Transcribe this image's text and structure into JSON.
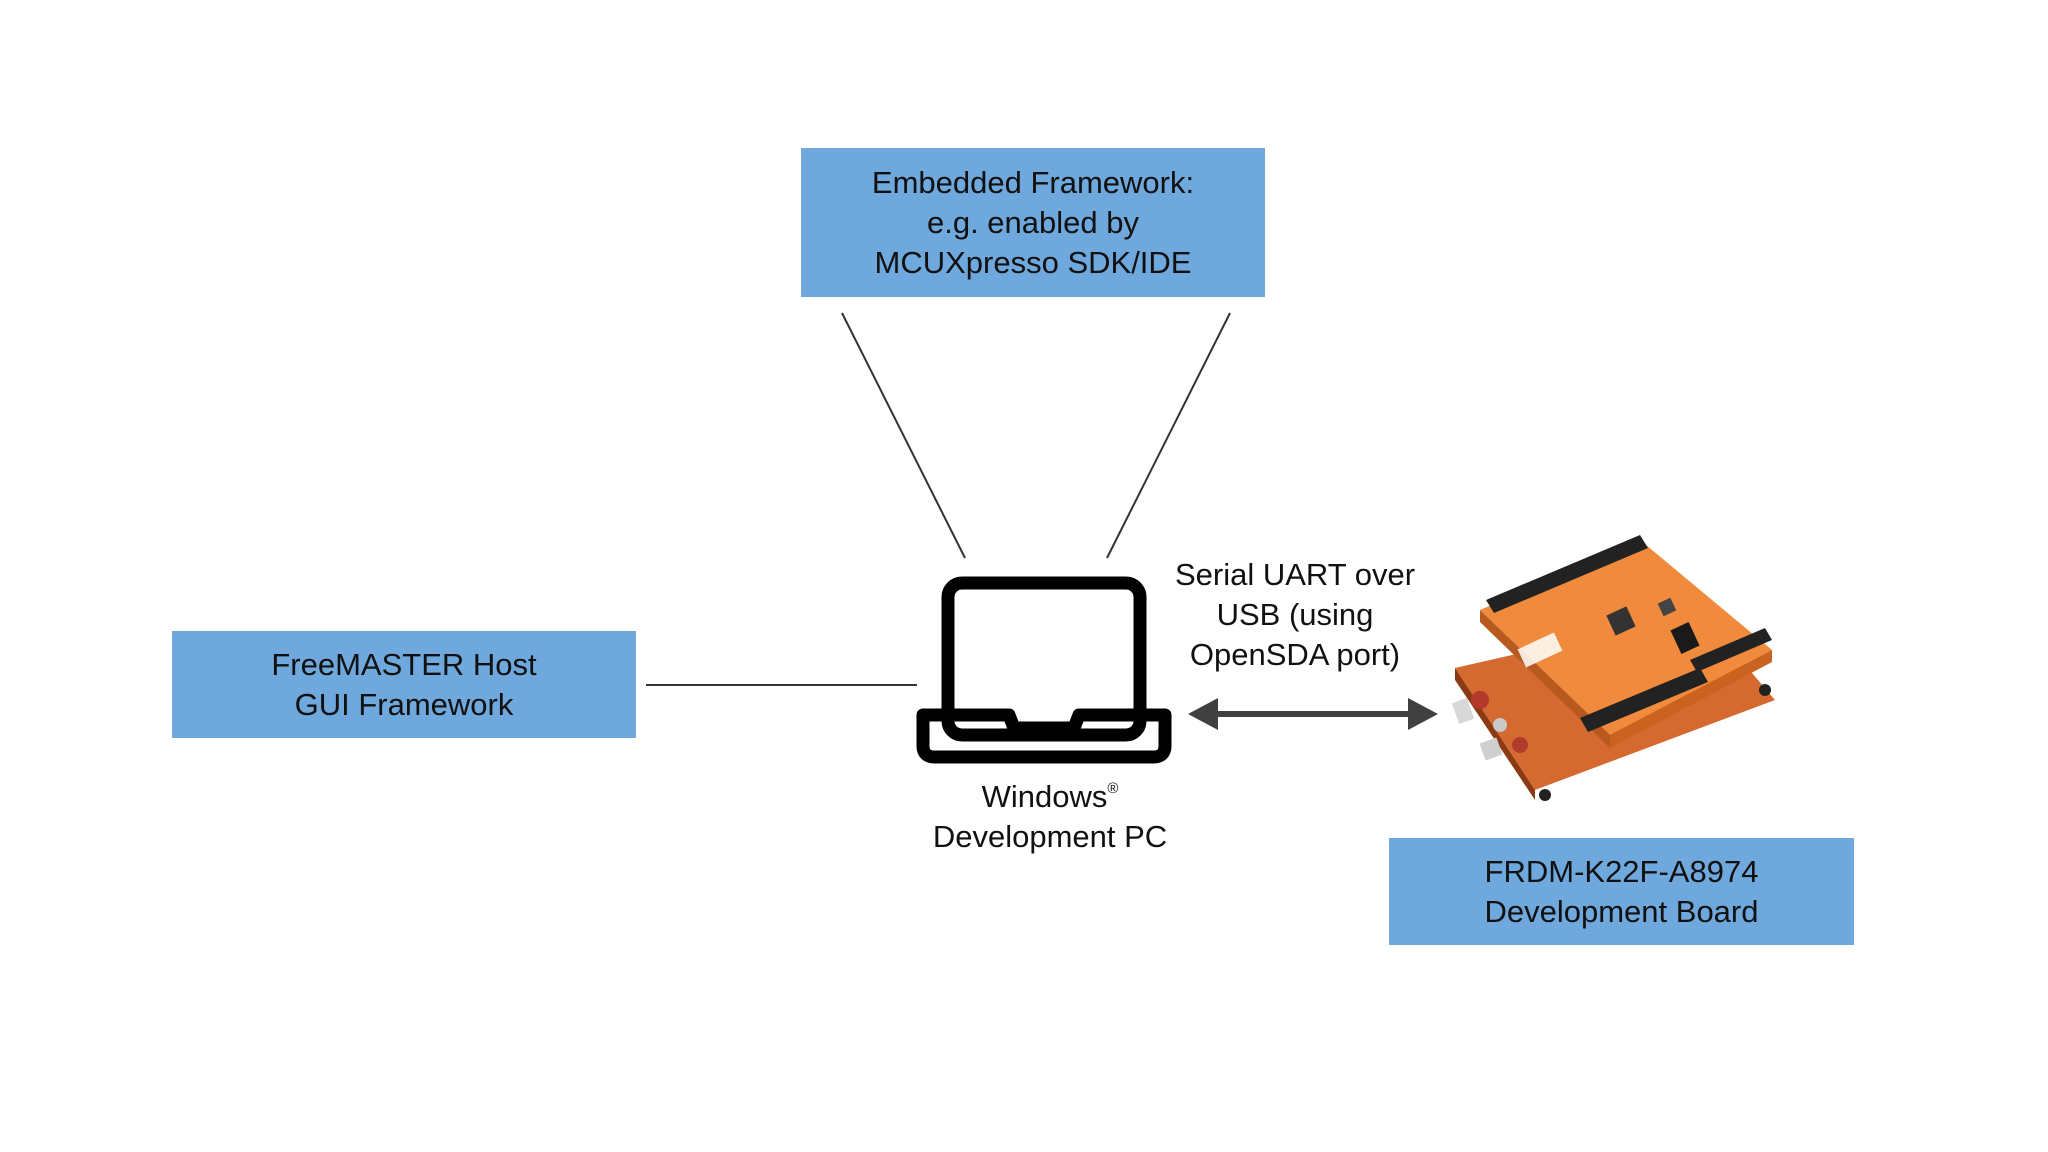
{
  "embedded_box": {
    "lines": [
      "Embedded Framework:",
      "e.g. enabled by",
      "MCUXpresso SDK/IDE"
    ]
  },
  "freemaster_box": {
    "lines": [
      "FreeMASTER Host",
      "GUI Framework"
    ]
  },
  "board_box": {
    "lines": [
      "FRDM-K22F-A8974",
      "Development Board"
    ]
  },
  "pc_label": {
    "name": "Windows",
    "trademark": "®",
    "line2": "Development PC"
  },
  "link_label": {
    "lines": [
      "Serial UART over",
      "USB (using",
      "OpenSDA port)"
    ]
  },
  "icons": {
    "computer": "laptop-icon",
    "board": "development-board-image"
  },
  "colors": {
    "box_fill": "#6fa8dc",
    "line": "#333333",
    "arrow": "#404040",
    "board_orange": "#e87a2c"
  }
}
